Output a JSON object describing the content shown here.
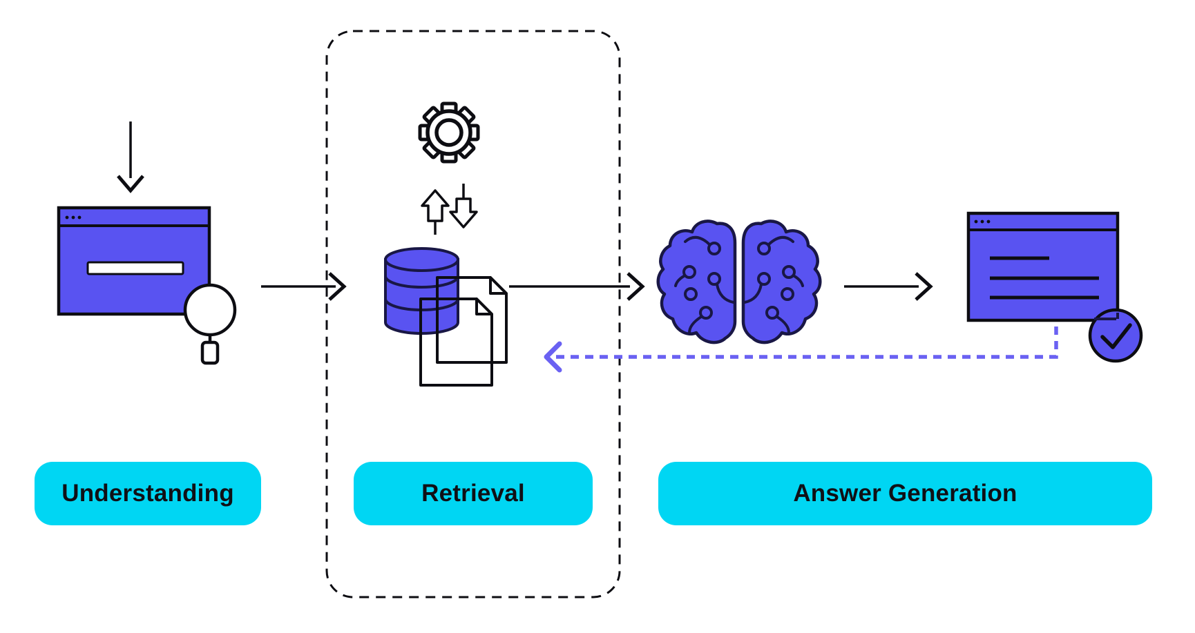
{
  "diagram": {
    "type": "flow",
    "stages": [
      {
        "id": "understanding",
        "label": "Understanding",
        "icons": [
          "input-arrow-icon",
          "query-window-icon",
          "magnifier-icon"
        ]
      },
      {
        "id": "retrieval",
        "label": "Retrieval",
        "container": "dashed-rounded-box",
        "icons": [
          "gear-icon",
          "sync-arrows-icon",
          "database-icon",
          "documents-icon"
        ]
      },
      {
        "id": "answer_generation",
        "label": "Answer Generation",
        "icons": [
          "brain-icon",
          "answer-window-icon",
          "checkmark-badge-icon"
        ]
      }
    ],
    "connectors": [
      {
        "from": "understanding",
        "to": "retrieval",
        "style": "solid-black-arrow"
      },
      {
        "from": "retrieval",
        "to": "answer_generation",
        "style": "solid-black-arrow"
      },
      {
        "from": "brain",
        "to": "answer-window",
        "style": "solid-black-arrow"
      },
      {
        "from": "answer_generation",
        "to": "retrieval",
        "style": "dashed-purple-arrow",
        "role": "feedback-loop"
      }
    ],
    "colors": {
      "primary_purple": "#5953f1",
      "outline_navy": "#191745",
      "ink": "#0d0d12",
      "label_cyan": "#00d6f3",
      "feedback_purple": "#6a61f2",
      "doc_fill_light": "#c2c0f4",
      "doc_fill_white": "#ffffff",
      "background": "#ffffff",
      "label_text": "#101016"
    }
  }
}
